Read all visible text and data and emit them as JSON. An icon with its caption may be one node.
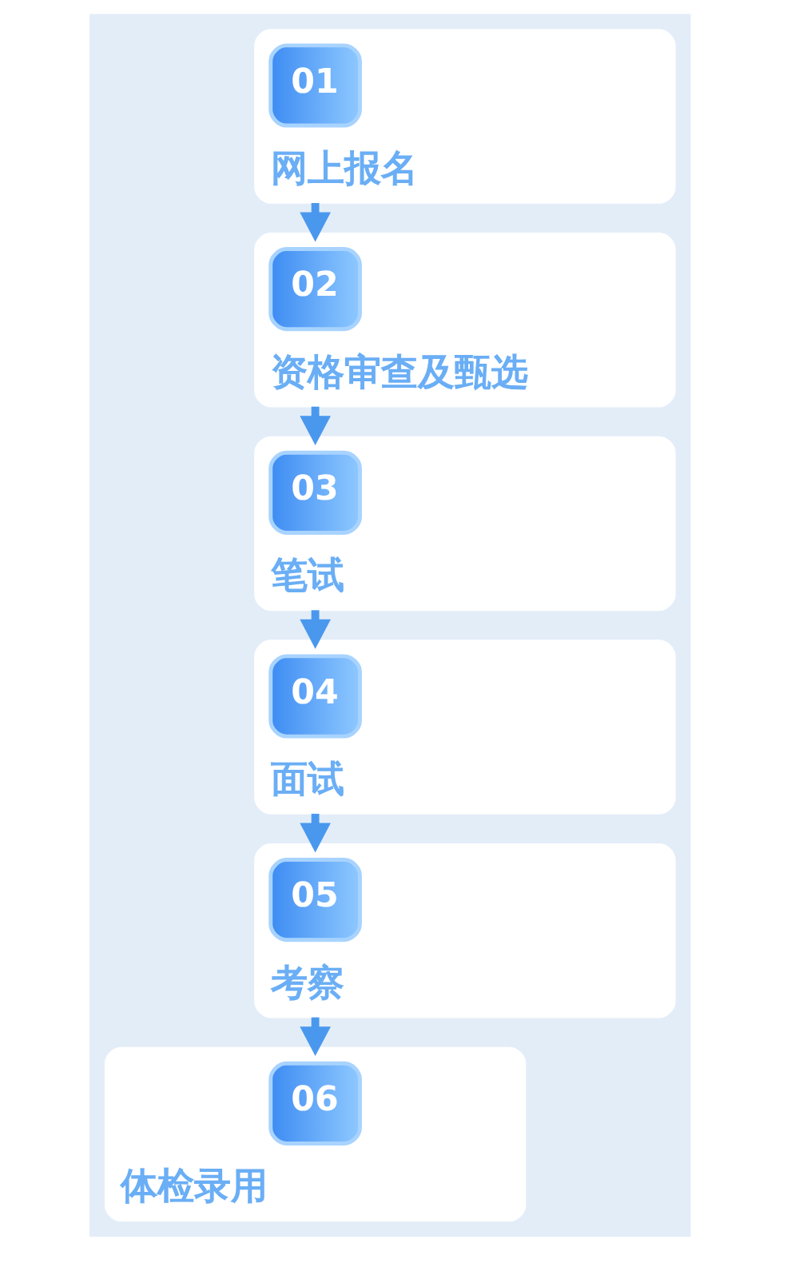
{
  "diagram": {
    "nodes": [
      {
        "text": [
          "网上报名"
        ]
      },
      {
        "text": [
          "01"
        ],
        "in": 0
      },
      {
        "text": [
          "资格审查及甄选"
        ]
      },
      {
        "text": [
          "02"
        ],
        "in": 2
      },
      {
        "text": [
          "笔试"
        ]
      },
      {
        "text": [
          "03"
        ],
        "in": 4
      },
      {
        "text": [
          "面试"
        ]
      },
      {
        "text": [
          "04"
        ],
        "in": 6
      },
      {
        "text": [
          "考察"
        ]
      },
      {
        "text": [
          "05"
        ],
        "in": 8
      },
      {
        "text": [
          "体检录用"
        ]
      },
      {
        "text": [
          "06"
        ],
        "in": 10
      }
    ],
    "edges": [
      {
        "from": 0,
        "to": 2,
        "arrow": "to"
      },
      {
        "from": 2,
        "to": 4,
        "arrow": "to"
      },
      {
        "from": 4,
        "to": 6,
        "arrow": "to"
      },
      {
        "from": 6,
        "to": 8,
        "arrow": "to"
      },
      {
        "from": 8,
        "to": 10,
        "arrow": "to"
      }
    ]
  }
}
